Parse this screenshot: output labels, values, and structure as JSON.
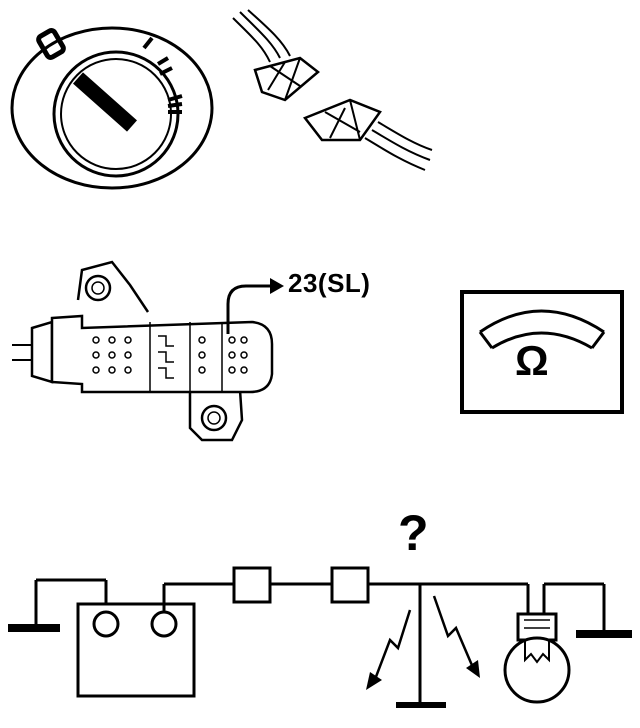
{
  "figure": {
    "terminal_label": "23(SL)",
    "unknown_marker": "?",
    "ohmmeter_symbol": "Ω",
    "ignition_positions": [
      "I",
      "II",
      "III"
    ]
  },
  "colors": {
    "ink": "#000000",
    "paper": "#ffffff"
  }
}
